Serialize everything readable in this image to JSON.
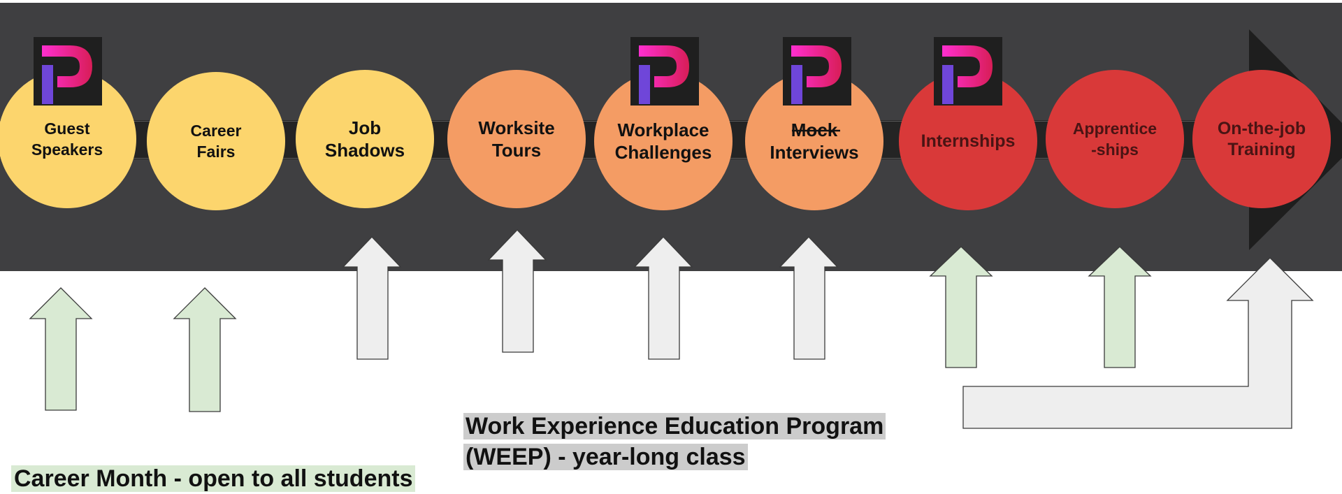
{
  "stages": [
    {
      "label": "Guest\nSpeakers",
      "color": "#fcd56d"
    },
    {
      "label": "Career\nFairs",
      "color": "#fcd56d"
    },
    {
      "label": "Job\nShadows",
      "color": "#fcd56d"
    },
    {
      "label": "Worksite\nTours",
      "color": "#f49c64"
    },
    {
      "label": "Workplace\nChallenges",
      "color": "#f49c64"
    },
    {
      "label": "Mock\nInterviews",
      "color": "#f49c64"
    },
    {
      "label": "Internships",
      "color": "#d93939"
    },
    {
      "label": "Apprentice\n-ships",
      "color": "#d93939"
    },
    {
      "label": "On-the-job\nTraining",
      "color": "#d93939"
    }
  ],
  "legend": {
    "career_month": "Career Month - open to all students",
    "weep": "Work Experience Education Program\n(WEEP) - year-long class"
  },
  "colors": {
    "band": "#3f3f41",
    "green_arrow": "#d9ead3",
    "gray_arrow": "#eeeeee",
    "logo_bg": "#1f1f1f"
  },
  "icons": [
    "p-logo-icon"
  ]
}
